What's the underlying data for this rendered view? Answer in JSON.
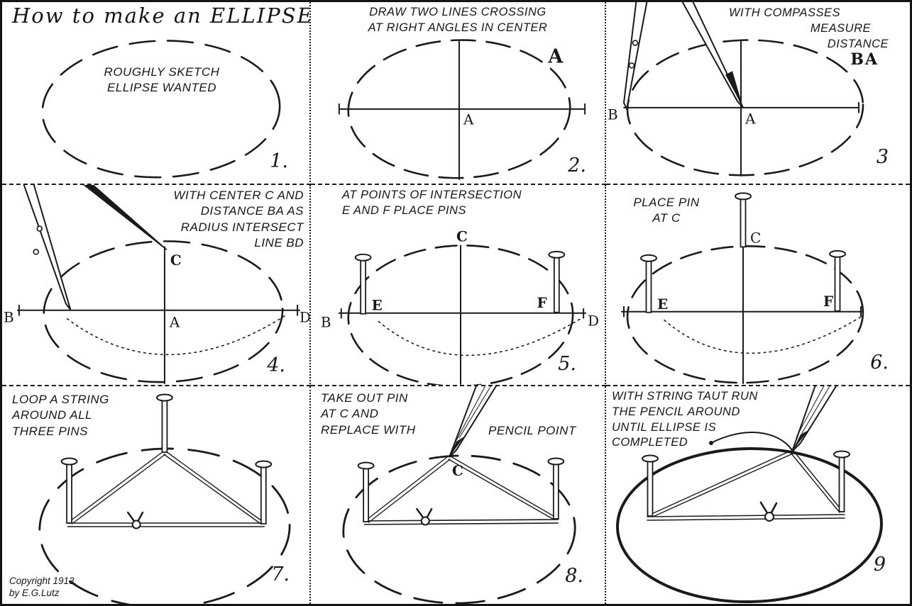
{
  "meta": {
    "title_plate": "How to make an ELLIPSE",
    "copyright": "Copyright 1913.\nby E.G.Lutz",
    "ink_color": "#1a1a1a",
    "paper_color": "#ffffff"
  },
  "panels": [
    {
      "number": "1.",
      "caption": "ROUGHLY SKETCH\nELLIPSE WANTED"
    },
    {
      "number": "2.",
      "caption": "DRAW TWO LINES CROSSING\nAT RIGHT ANGLES IN CENTER",
      "label_corner": "A",
      "label_center": "A"
    },
    {
      "number": "3",
      "caption_lines": [
        "WITH COMPASSES",
        "MEASURE",
        "DISTANCE"
      ],
      "label_emphasis": "BA",
      "label_b": "B",
      "label_a": "A"
    },
    {
      "number": "4.",
      "caption": "WITH CENTER C AND\nDISTANCE BA AS\nRADIUS INTERSECT\nLINE BD",
      "label_b": "B",
      "label_a": "A",
      "label_c": "C",
      "label_d": "D"
    },
    {
      "number": "5.",
      "caption": "AT POINTS OF INTERSECTION\nE AND F PLACE PINS",
      "label_b": "B",
      "label_e": "E",
      "label_f": "F",
      "label_d": "D",
      "label_c": "C"
    },
    {
      "number": "6.",
      "caption": "PLACE PIN\nAT C",
      "label_e": "E",
      "label_f": "F",
      "label_c": "C"
    },
    {
      "number": "7.",
      "caption": "LOOP A STRING\nAROUND ALL\nTHREE PINS"
    },
    {
      "number": "8.",
      "caption": "TAKE OUT PIN\nAT C AND\nREPLACE WITH",
      "caption_right": "PENCIL POINT",
      "label_c": "C"
    },
    {
      "number": "9",
      "caption": "WITH STRING TAUT RUN\nTHE PENCIL AROUND\nUNTIL ELLIPSE IS\nCOMPLETED"
    }
  ]
}
